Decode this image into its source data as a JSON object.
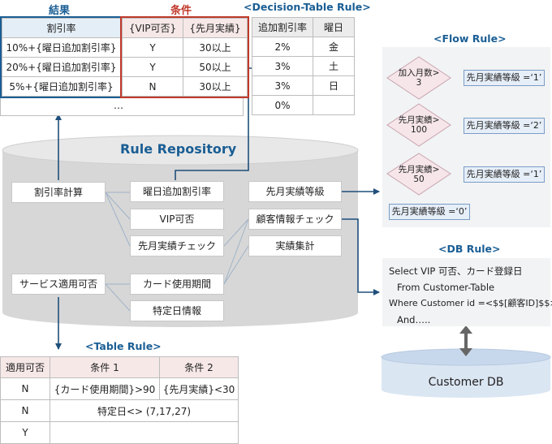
{
  "result": {
    "title": "結果",
    "header": "割引率",
    "rows": [
      "10%+{曜日追加割引率}",
      "20%+{曜日追加割引率}",
      "5%+{曜日追加割引率}"
    ],
    "ellipsis": "…"
  },
  "condition": {
    "title": "条件",
    "headers": [
      "{VIP可否}",
      "{先月実績}"
    ],
    "rows": [
      [
        "Y",
        "30以上"
      ],
      [
        "Y",
        "50以上"
      ],
      [
        "N",
        "30以上"
      ]
    ]
  },
  "decision_table": {
    "title": "<Decision-Table Rule>",
    "headers": [
      "追加割引率",
      "曜日"
    ],
    "rows": [
      [
        "2%",
        "金"
      ],
      [
        "3%",
        "土"
      ],
      [
        "3%",
        "日"
      ],
      [
        "0%",
        ""
      ]
    ]
  },
  "repository": {
    "title": "Rule Repository",
    "left": [
      "割引率計算",
      "サービス適用可否"
    ],
    "middle": [
      "曜日追加割引率",
      "VIP可否",
      "先月実績チェック",
      "カード使用期間",
      "特定日情報"
    ],
    "right": [
      "先月実績等級",
      "顧客情報チェック",
      "実績集計"
    ]
  },
  "flow_rule": {
    "title": "<Flow Rule>",
    "diamonds": [
      {
        "line1": "加入月数>",
        "line2": "3"
      },
      {
        "line1": "先月実績>",
        "line2": "100"
      },
      {
        "line1": "先月実績>",
        "line2": "50"
      }
    ],
    "results": [
      "先月実績等級 =‘1’",
      "先月実績等級 =‘2’",
      "先月実績等級 =‘1’",
      "先月実績等級 =‘0’"
    ]
  },
  "db_rule": {
    "title": "<DB Rule>",
    "lines": [
      "Select VIP 可否、カード登録日",
      "From Customer-Table",
      "Where Customer id =<$$[顧客ID]$$>",
      "And….."
    ]
  },
  "customer_db": {
    "label": "Customer DB"
  },
  "table_rule": {
    "title": "<Table Rule>",
    "headers": [
      "適用可否",
      "条件 1",
      "条件 2"
    ],
    "rows": [
      [
        "N",
        "{カード使用期間}>90",
        "{先月実績}<30"
      ],
      [
        "N",
        "特定日<> (7,17,27)"
      ],
      [
        "Y",
        ""
      ]
    ]
  },
  "colors": {
    "blue": "#1a5e94",
    "red": "#c0392b",
    "arrow": "#1f4f7a",
    "line": "#9fb3c8"
  }
}
